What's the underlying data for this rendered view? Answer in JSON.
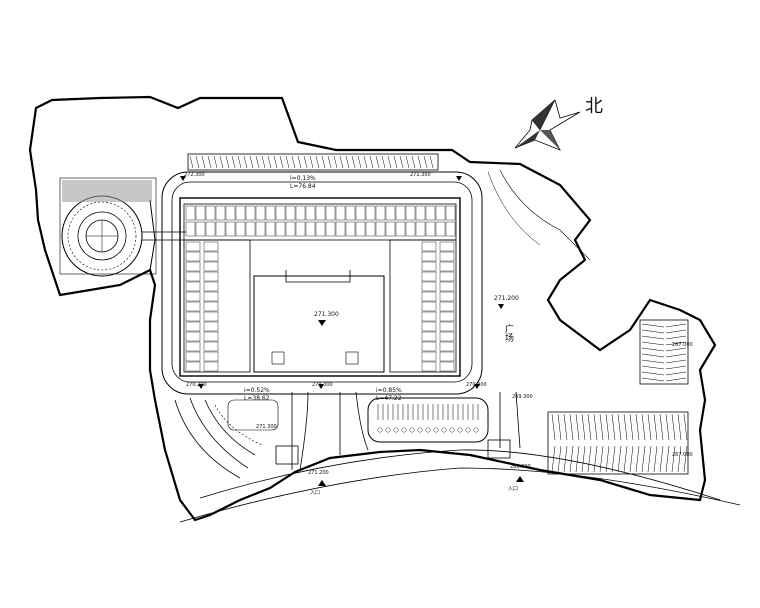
{
  "north_label": "北",
  "elevations": {
    "center": "271.300",
    "top_left": "272.300",
    "top_right": "271.300",
    "right_mid": "271.200",
    "bottom_left": "270.200",
    "bottom_mid": "270.300",
    "bottom_right": "270.300",
    "bottom_far_right": "269.300",
    "parking_top": "267.000",
    "parking_bottom": "267.000",
    "bottom_small": "268.000",
    "gate_left": "271.200",
    "lower_left": "271.300"
  },
  "slopes": {
    "top_i": "i=0.13%",
    "top_l": "L=76.84",
    "bottom_left_i": "i=0.52%",
    "bottom_left_l": "L=38.62",
    "bottom_right_i": "i=0.85%",
    "bottom_right_l": "L=47.22"
  },
  "side_labels": {
    "right_plaza": "广场",
    "gate_left": "入口",
    "gate_right": "入口"
  }
}
